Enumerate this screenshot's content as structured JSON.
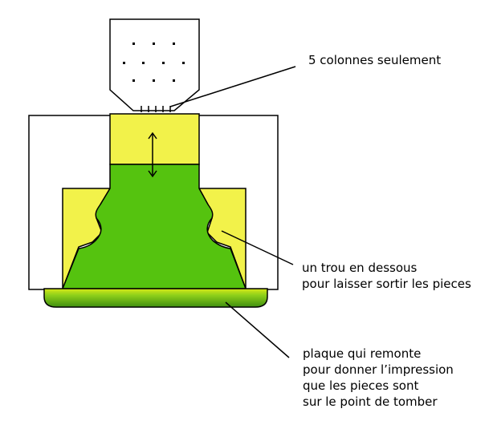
{
  "annotations": {
    "columns_note": [
      "5 colonnes seulement"
    ],
    "hole_note": [
      "un trou en dessous",
      "pour laisser sortir les pieces"
    ],
    "plate_note": [
      "plaque qui remonte",
      "pour donner l’impression",
      "que les pieces sont",
      "sur le point de tomber"
    ]
  },
  "colors": {
    "yellow": "#f2f24a",
    "green": "#55c30f",
    "green_dark": "#3f8f10",
    "plate_light": "#d8e818",
    "outline": "#000000"
  }
}
